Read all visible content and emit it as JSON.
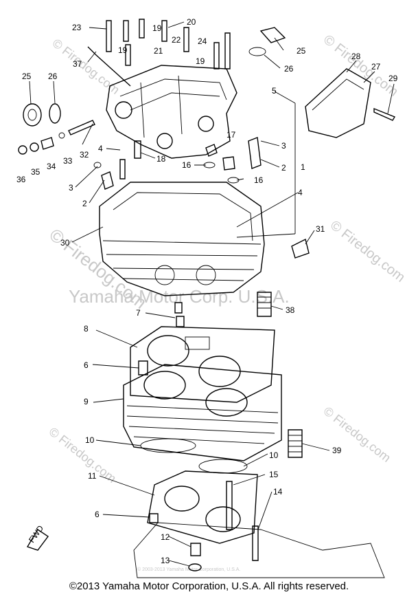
{
  "callouts": [
    {
      "id": "c23a",
      "text": "23"
    },
    {
      "id": "c19a",
      "text": "19"
    },
    {
      "id": "c19b",
      "text": "19"
    },
    {
      "id": "c22",
      "text": "22"
    },
    {
      "id": "c20",
      "text": "20"
    },
    {
      "id": "c24",
      "text": "24"
    },
    {
      "id": "c21",
      "text": "21"
    },
    {
      "id": "c19c",
      "text": "19"
    },
    {
      "id": "c37",
      "text": "37"
    },
    {
      "id": "c25a",
      "text": "25"
    },
    {
      "id": "c26a",
      "text": "26"
    },
    {
      "id": "c25b",
      "text": "25"
    },
    {
      "id": "c26b",
      "text": "26"
    },
    {
      "id": "c28",
      "text": "28"
    },
    {
      "id": "c27",
      "text": "27"
    },
    {
      "id": "c29",
      "text": "29"
    },
    {
      "id": "c5",
      "text": "5"
    },
    {
      "id": "c32",
      "text": "32"
    },
    {
      "id": "c4a",
      "text": "4"
    },
    {
      "id": "c18",
      "text": "18"
    },
    {
      "id": "c17",
      "text": "17"
    },
    {
      "id": "c3a",
      "text": "3"
    },
    {
      "id": "c16a",
      "text": "16"
    },
    {
      "id": "c16b",
      "text": "16"
    },
    {
      "id": "c2a",
      "text": "2"
    },
    {
      "id": "c1",
      "text": "1"
    },
    {
      "id": "c36a",
      "text": "36"
    },
    {
      "id": "c35",
      "text": "35"
    },
    {
      "id": "c34",
      "text": "34"
    },
    {
      "id": "c33",
      "text": "33"
    },
    {
      "id": "c3b",
      "text": "3"
    },
    {
      "id": "c2b",
      "text": "2"
    },
    {
      "id": "c4b",
      "text": "4"
    },
    {
      "id": "c31",
      "text": "31"
    },
    {
      "id": "c30",
      "text": "30"
    },
    {
      "id": "c38",
      "text": "38"
    },
    {
      "id": "c7",
      "text": "7"
    },
    {
      "id": "c8",
      "text": "8"
    },
    {
      "id": "c6a",
      "text": "6"
    },
    {
      "id": "c9",
      "text": "9"
    },
    {
      "id": "c10a",
      "text": "10"
    },
    {
      "id": "c10b",
      "text": "10"
    },
    {
      "id": "c39",
      "text": "39"
    },
    {
      "id": "c11",
      "text": "11"
    },
    {
      "id": "c15",
      "text": "15"
    },
    {
      "id": "c14",
      "text": "14"
    },
    {
      "id": "c6b",
      "text": "6"
    },
    {
      "id": "c12",
      "text": "12"
    },
    {
      "id": "c13",
      "text": "13"
    }
  ],
  "watermarks": {
    "firedog": "© Firedog.com",
    "yamaha": "Yamaha Motor Corp. U.S.A.",
    "small": "© 2003-2013 Yamaha Motor Corporation, U.S.A."
  },
  "fwd_label": "FWD",
  "copyright": "©2013 Yamaha Motor Corporation, U.S.A. All rights reserved."
}
